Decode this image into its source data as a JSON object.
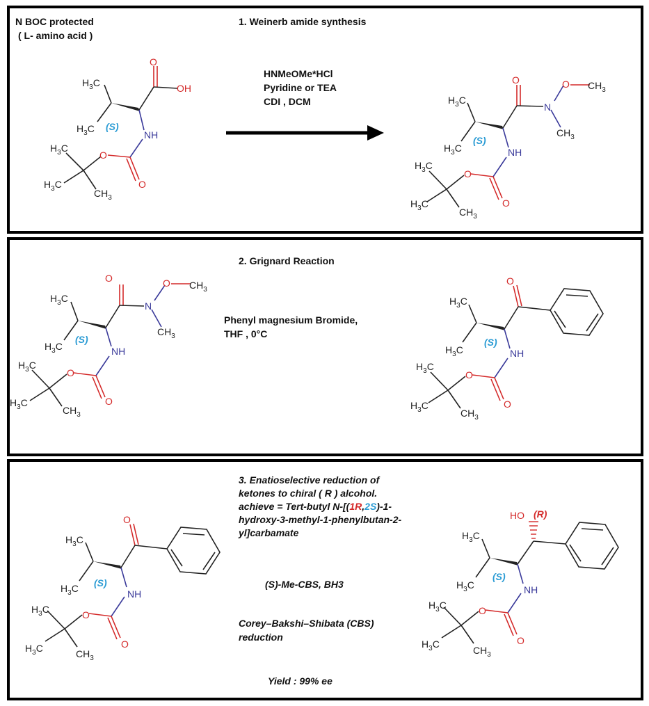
{
  "panel1": {
    "heading_line1": "N BOC protected",
    "heading_line2": "( L- amino acid )",
    "step_title": "1. Weinerb amide synthesis",
    "reagents": [
      "HNMeOMe*HCl",
      "Pyridine or TEA",
      "CDI , DCM"
    ]
  },
  "panel2": {
    "step_title": "2. Grignard Reaction",
    "reagents": [
      "Phenyl magnesium Bromide,",
      "THF , 0°C"
    ]
  },
  "panel3": {
    "desc_lines": [
      "3. Enatioselective reduction of",
      "ketones to chiral ( R ) alcohol.",
      "achieve = Tert-butyl N-[(",
      "hydroxy-3-methyl-1-phenylbutan-2-",
      "yl]carbamate"
    ],
    "desc_1r": "1R",
    "desc_comma": ",",
    "desc_2s": "2S",
    "desc_tail": ")-1-",
    "reagent_above": "(S)-Me-CBS, BH3",
    "reagent_below_line1": "Corey–Bakshi–Shibata (CBS)",
    "reagent_below_line2": "reduction",
    "yield": "Yield : 99% ee"
  },
  "labels": {
    "h3c": "H3C",
    "ch3": "CH3",
    "h": "H",
    "c": "C",
    "three": "3",
    "o": "O",
    "oh": "OH",
    "ho": "HO",
    "nh": "NH",
    "n": "N",
    "s": "(S)",
    "r": "(R)"
  },
  "colors": {
    "oxygen": "#d42a2a",
    "nitrogen": "#3a3a9a",
    "stereo_s": "#2a9bd4",
    "stereo_r": "#d42a2a",
    "arrow": "#000000"
  }
}
